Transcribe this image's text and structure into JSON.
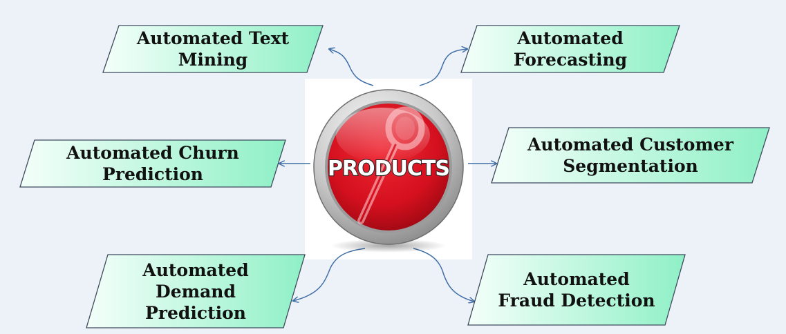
{
  "center": {
    "label": "PRODUCTS",
    "icon": "magnifying-glass-icon"
  },
  "nodes": {
    "text_mining": "Automated Text\nMining",
    "forecasting": "Automated\nForecasting",
    "churn_prediction": "Automated Churn\nPrediction",
    "customer_segmentation": "Automated Customer\nSegmentation",
    "demand_prediction": "Automated\nDemand\nPrediction",
    "fraud_detection": "Automated\nFraud Detection"
  },
  "colors": {
    "background": "#edf2f9",
    "node_fill_light": "#f4fffa",
    "node_fill_dark": "#8ff0c6",
    "node_border": "#3e4a5c",
    "arrow": "#3f6ea6",
    "badge_red": "#d5101e"
  }
}
